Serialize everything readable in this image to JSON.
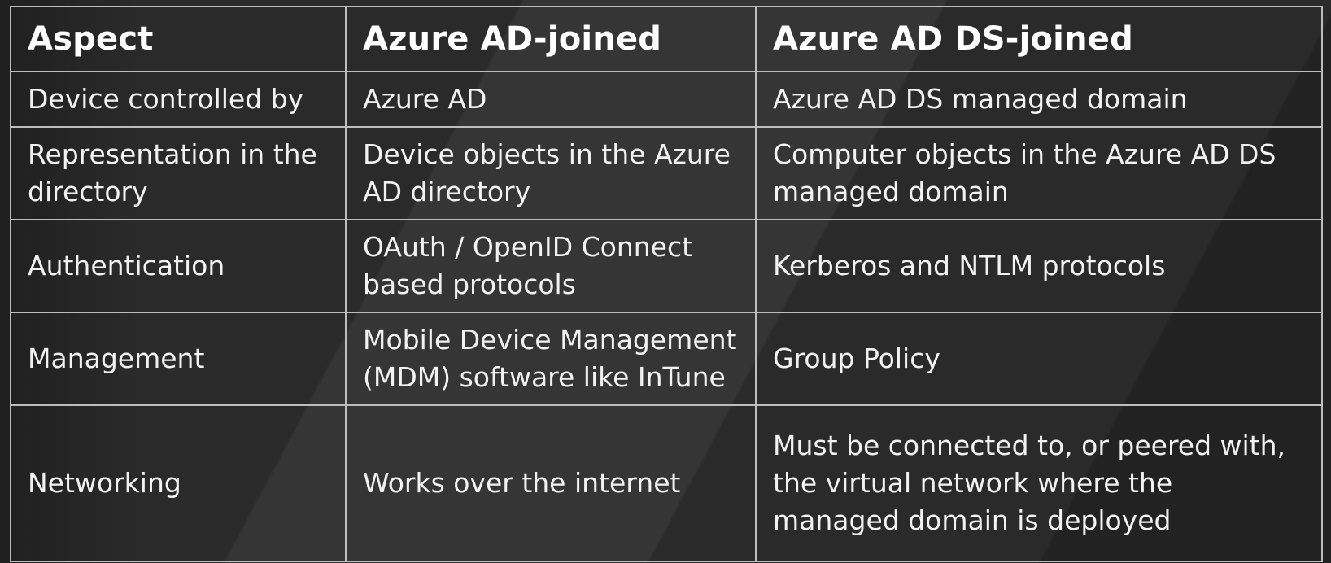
{
  "table": {
    "headers": [
      "Aspect",
      "Azure AD-joined",
      "Azure AD DS-joined"
    ],
    "rows": [
      [
        "Device controlled by",
        "Azure AD",
        "Azure AD DS managed domain"
      ],
      [
        "Representation in the directory",
        "Device objects in the Azure AD directory",
        "Computer objects in the Azure AD DS managed domain"
      ],
      [
        "Authentication",
        "OAuth / OpenID Connect based protocols",
        "Kerberos and NTLM protocols"
      ],
      [
        "Management",
        "Mobile Device Management (MDM) software like InTune",
        "Group Policy"
      ],
      [
        "Networking",
        "Works over the internet",
        "Must be connected to, or peered with, the virtual network where the managed domain is deployed"
      ]
    ]
  },
  "colors": {
    "background": "#2a2a2a",
    "grid_lines": "#bdbdbd",
    "text": "#f5f5f5"
  }
}
